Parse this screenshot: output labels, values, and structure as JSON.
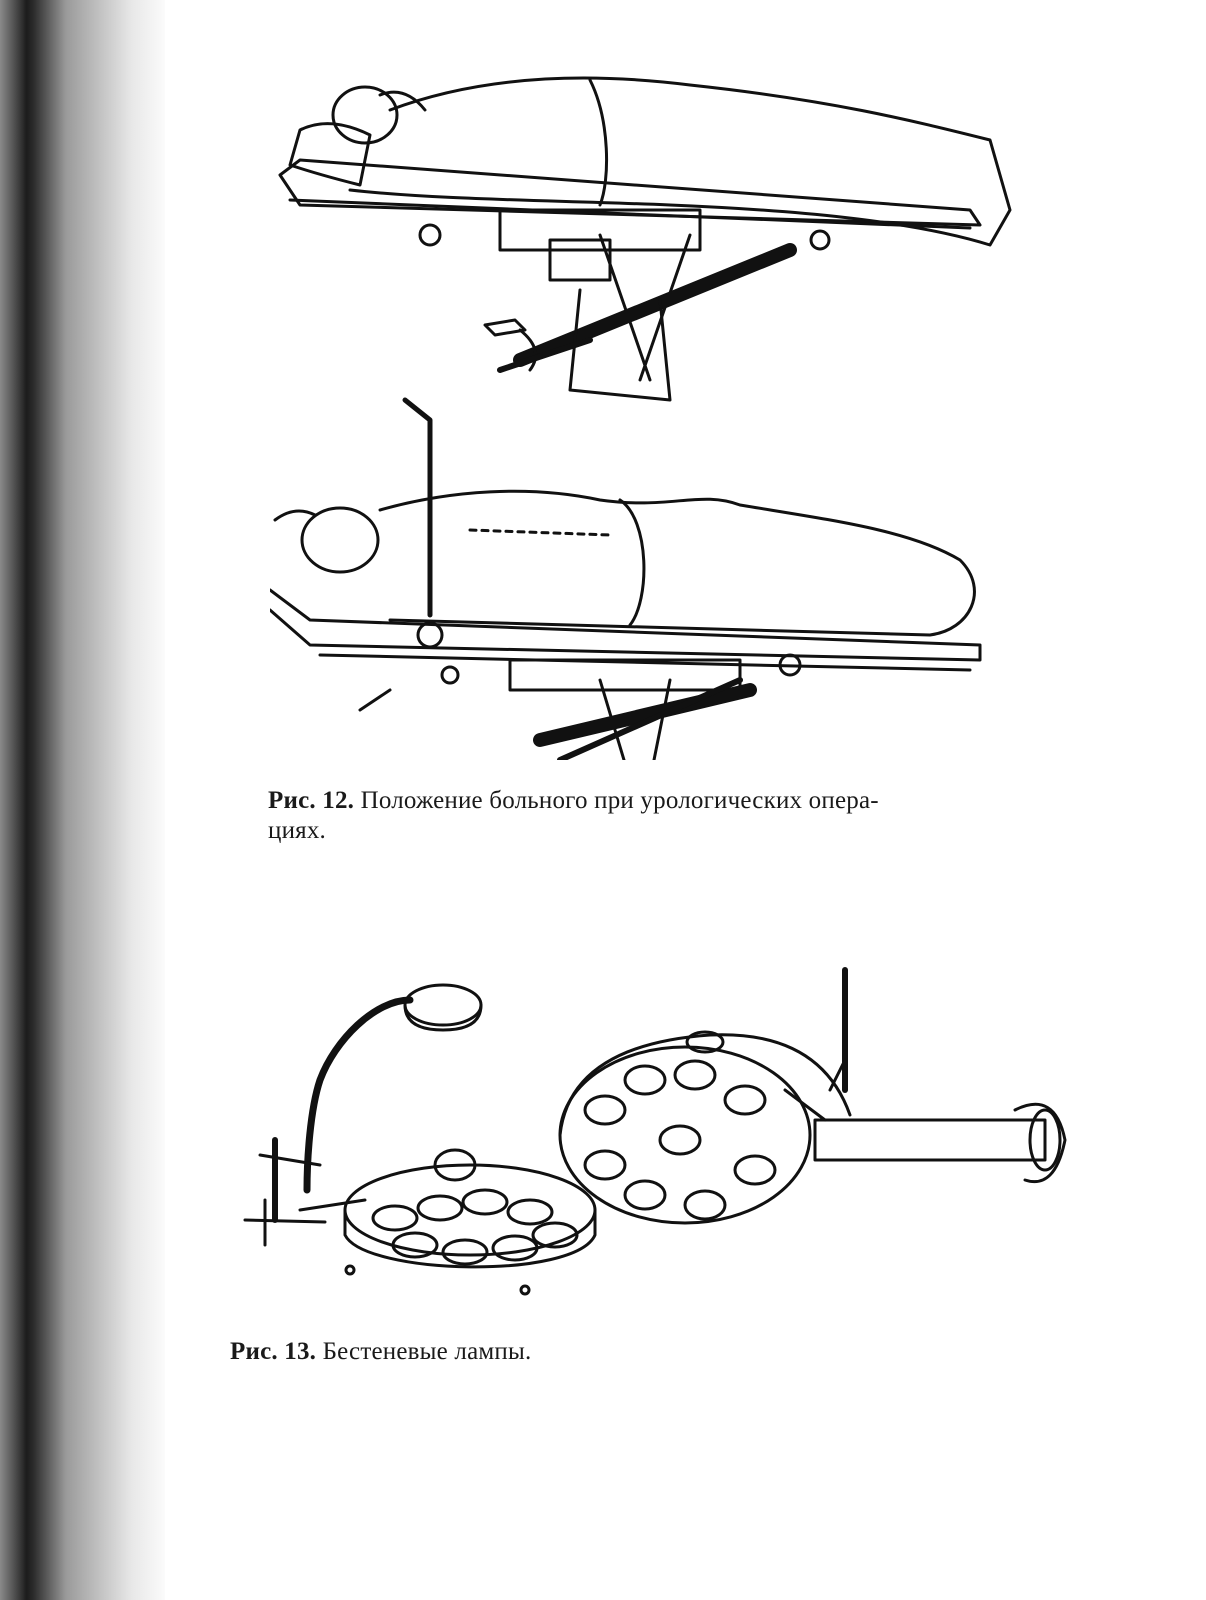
{
  "figures": [
    {
      "label": "Рис. 12.",
      "text_line1": "Положение больного при урологических опера-",
      "text_line2": "циях."
    },
    {
      "label": "Рис. 13.",
      "text": "Бестеневые лампы."
    }
  ]
}
